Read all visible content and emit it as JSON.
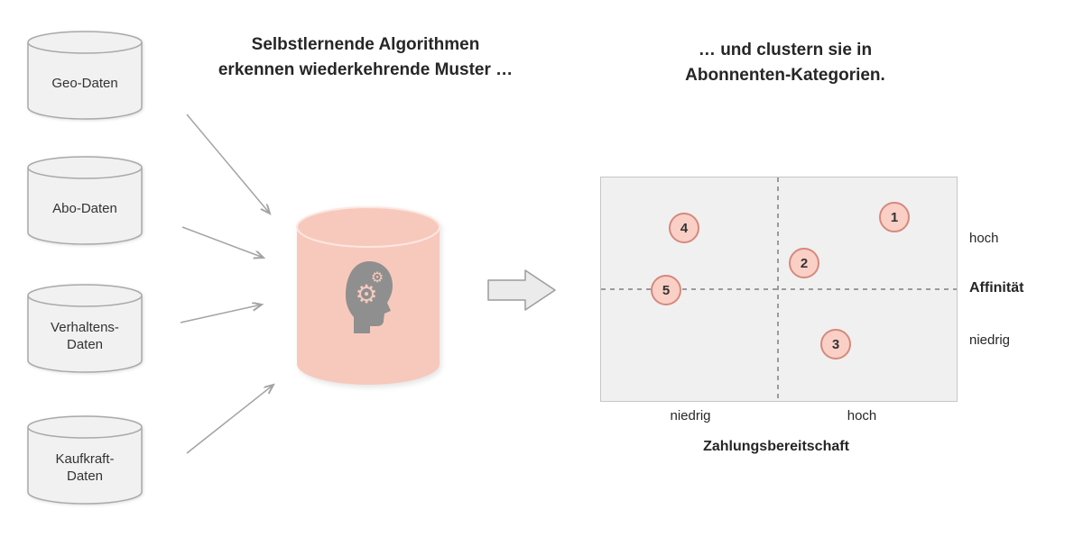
{
  "titles": {
    "process": {
      "line1": "Selbstlernende Algorithmen",
      "line2": "erkennen wiederkehrende Muster …"
    },
    "result": {
      "line1": "… und clustern sie in",
      "line2": "Abonnenten-Kategorien."
    }
  },
  "data_sources": [
    {
      "line1": "Geo-Daten",
      "line2": ""
    },
    {
      "line1": "Abo-Daten",
      "line2": ""
    },
    {
      "line1": "Verhaltens-",
      "line2": "Daten"
    },
    {
      "line1": "Kaufkraft-",
      "line2": "Daten"
    }
  ],
  "icons": {
    "database_cylinder": "database-cylinder-icon",
    "ai_head": "head-with-gears-icon",
    "gear_glyph": "⚙",
    "flow_arrow": "thin-arrow-icon",
    "transform_arrow": "block-arrow-right-icon"
  },
  "colors": {
    "accent_pink": "#f7c9bd",
    "cluster_fill": "#fad0c6",
    "cluster_border": "#d6897d",
    "cylinder_fill": "#f1f1f1",
    "cylinder_border": "#a9a9a9",
    "arrow_gray": "#a3a3a3",
    "chart_bg": "#f0f0f0",
    "chart_border": "#c6c6c6",
    "head_gray": "#8f8f8f",
    "text_dark": "#262626"
  },
  "chart_data": {
    "type": "scatter",
    "title": "… und clustern sie in Abonnenten-Kategorien.",
    "xlabel": "Zahlungsbereitschaft",
    "ylabel": "Affinität",
    "x_tick_labels": [
      "niedrig",
      "hoch"
    ],
    "y_tick_labels": [
      "hoch",
      "niedrig"
    ],
    "xlim": [
      0,
      1
    ],
    "ylim": [
      0,
      1
    ],
    "grid": "quadrant-dashed-lines",
    "legend": "none",
    "points": [
      {
        "label": "1",
        "x": 0.82,
        "y": 0.82
      },
      {
        "label": "2",
        "x": 0.57,
        "y": 0.62
      },
      {
        "label": "3",
        "x": 0.65,
        "y": 0.26
      },
      {
        "label": "4",
        "x": 0.23,
        "y": 0.78
      },
      {
        "label": "5",
        "x": 0.18,
        "y": 0.5
      }
    ]
  }
}
